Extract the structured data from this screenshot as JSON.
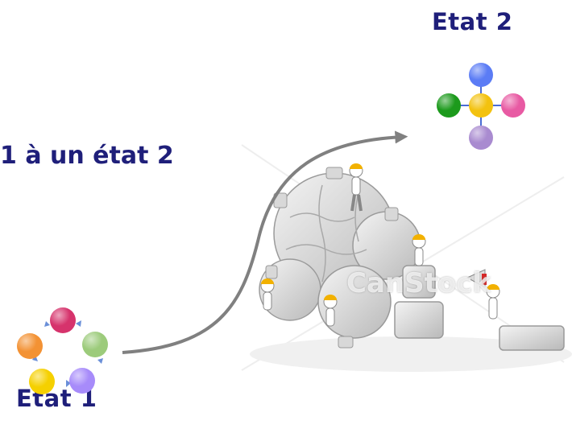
{
  "labels": {
    "state_1": "Etat 1",
    "state_2": "Etat 2",
    "transition_text": "1 à un état 2"
  },
  "watermark": "CanStock",
  "colors": {
    "text": "#1f1f7a",
    "arrow": "#808080",
    "state1_nodes": [
      "#d6336c",
      "#9ccb7b",
      "#a78bfa",
      "#f5d000",
      "#f39234"
    ],
    "state2_nodes": {
      "top": "#5b7cf5",
      "left": "#1c9a1c",
      "center": "#f3c20f",
      "right": "#e85aa3",
      "bottom": "#a98bd0"
    }
  },
  "illustration": {
    "subject": "puzzle-gears-with-workers-icon"
  }
}
